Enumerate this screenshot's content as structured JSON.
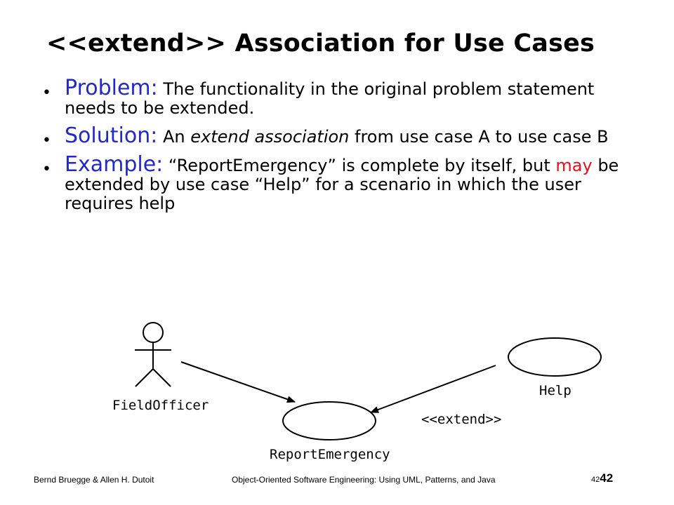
{
  "slide": {
    "title": "<<extend>> Association for Use Cases",
    "bullets": [
      {
        "lead": "Problem:",
        "text": " The functionality in the original problem statement needs to be extended."
      },
      {
        "lead": "Solution:",
        "text_before": " An ",
        "emphasis": "extend association",
        "text_after": " from use case A to use case B"
      },
      {
        "lead": "Example:",
        "text_before": " “ReportEmergency” is complete by itself, but ",
        "highlight": "may",
        "text_after": " be extended by use case “Help” for a scenario in which the user requires help"
      }
    ]
  },
  "diagram": {
    "actor_label": "FieldOfficer",
    "use_case_main": "ReportEmergency",
    "use_case_ext": "Help",
    "stereotype": "<<extend>>"
  },
  "footer": {
    "authors": "Bernd Bruegge & Allen H. Dutoit",
    "book": "Object-Oriented Software Engineering: Using UML, Patterns, and Java",
    "page_small": "42",
    "page_big": "42"
  },
  "colors": {
    "lead_text": "#2229c8",
    "highlight": "#e8101c"
  }
}
